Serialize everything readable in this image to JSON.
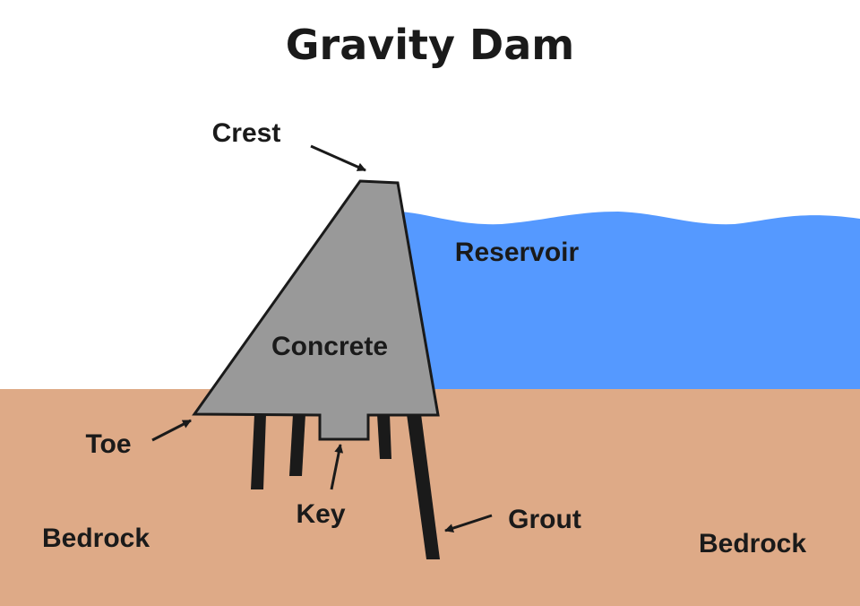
{
  "title": "Gravity Dam",
  "labels": {
    "crest": "Crest",
    "reservoir": "Reservoir",
    "concrete": "Concrete",
    "toe": "Toe",
    "key": "Key",
    "grout": "Grout",
    "bedrock_left": "Bedrock",
    "bedrock_right": "Bedrock"
  },
  "colors": {
    "water": "#5599ff",
    "bedrock": "#deaa87",
    "concrete": "#999999",
    "outline": "#1a1a1a",
    "text": "#1a1a1a",
    "background": "#ffffff"
  }
}
